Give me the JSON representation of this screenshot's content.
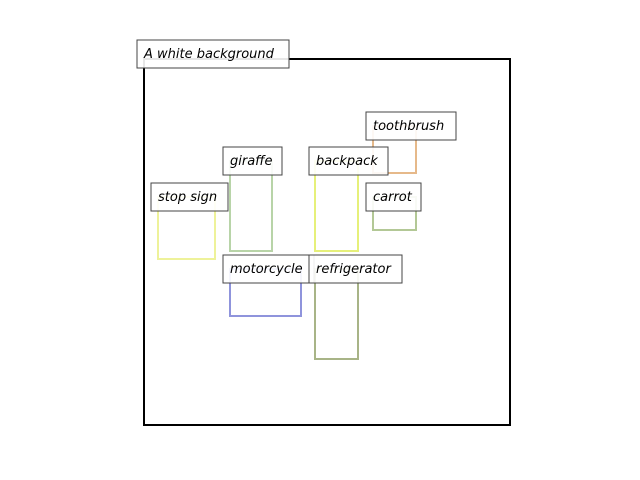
{
  "caption": "A white background",
  "objects": [
    {
      "label": "toothbrush",
      "color": "#e6b98a"
    },
    {
      "label": "giraffe",
      "color": "#b8d4a8"
    },
    {
      "label": "backpack",
      "color": "#e6f07a"
    },
    {
      "label": "stop sign",
      "color": "#eef29a"
    },
    {
      "label": "carrot",
      "color": "#b3c896"
    },
    {
      "label": "motorcycle",
      "color": "#8f94dc"
    },
    {
      "label": "refrigerator",
      "color": "#a8b487"
    }
  ]
}
